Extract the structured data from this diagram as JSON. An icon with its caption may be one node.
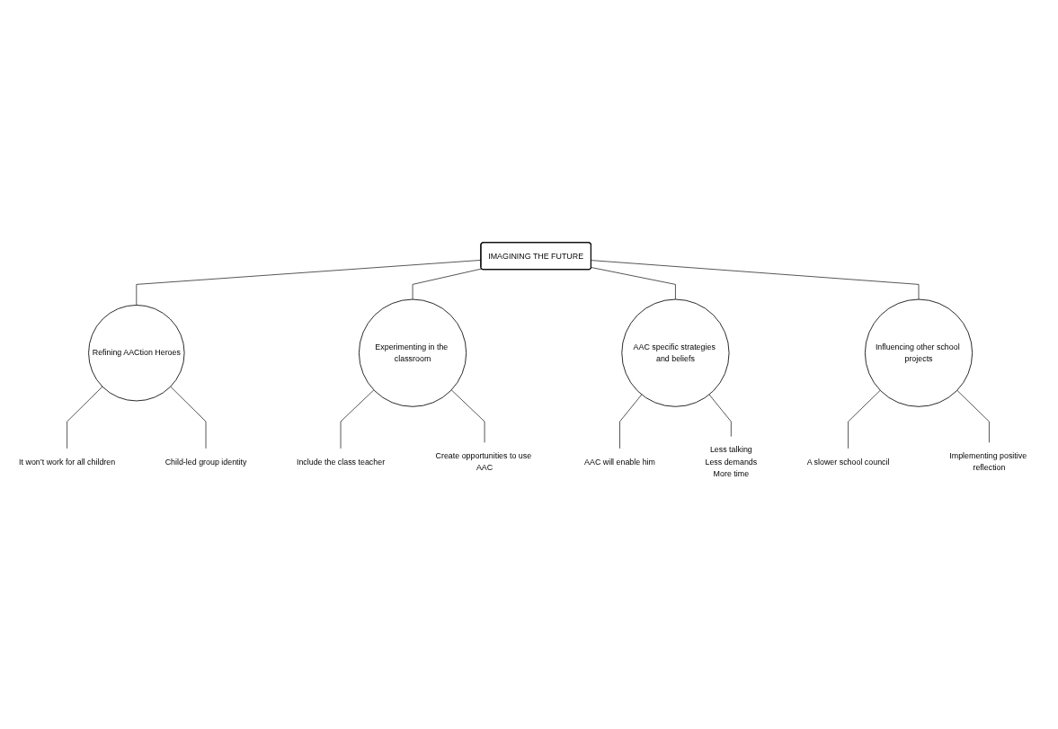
{
  "diagram": {
    "nodes": [
      {
        "text": [
          "IMAGINING THE FUTURE"
        ]
      },
      {
        "text": [
          "Refining AACtion Heroes"
        ]
      },
      {
        "text": [
          "It won’t work for all children"
        ]
      },
      {
        "text": [
          "Child-led group identity"
        ]
      },
      {
        "text": [
          "Experimenting in the classroom"
        ]
      },
      {
        "text": [
          "Include the class teacher"
        ]
      },
      {
        "text": [
          "Create opportunities to use AAC"
        ]
      },
      {
        "text": [
          "AAC specific strategies and beliefs"
        ]
      },
      {
        "text": [
          "AAC will enable him"
        ]
      },
      {
        "text": [
          "Less talking",
          "Less demands",
          "More time"
        ]
      },
      {
        "text": [
          "Influencing other school projects"
        ]
      },
      {
        "text": [
          "A slower school council"
        ]
      },
      {
        "text": [
          "Implementing positive reflection"
        ]
      }
    ],
    "edges": [
      {
        "from": 0,
        "to": 1,
        "arrow": "none"
      },
      {
        "from": 1,
        "to": 2,
        "arrow": "none"
      },
      {
        "from": 1,
        "to": 3,
        "arrow": "none"
      },
      {
        "from": 0,
        "to": 4,
        "arrow": "none"
      },
      {
        "from": 4,
        "to": 5,
        "arrow": "none"
      },
      {
        "from": 4,
        "to": 6,
        "arrow": "none"
      },
      {
        "from": 0,
        "to": 7,
        "arrow": "none"
      },
      {
        "from": 7,
        "to": 8,
        "arrow": "none"
      },
      {
        "from": 7,
        "to": 9,
        "arrow": "none"
      },
      {
        "from": 0,
        "to": 10,
        "arrow": "none"
      },
      {
        "from": 10,
        "to": 11,
        "arrow": "none"
      },
      {
        "from": 10,
        "to": 12,
        "arrow": "none"
      }
    ]
  }
}
